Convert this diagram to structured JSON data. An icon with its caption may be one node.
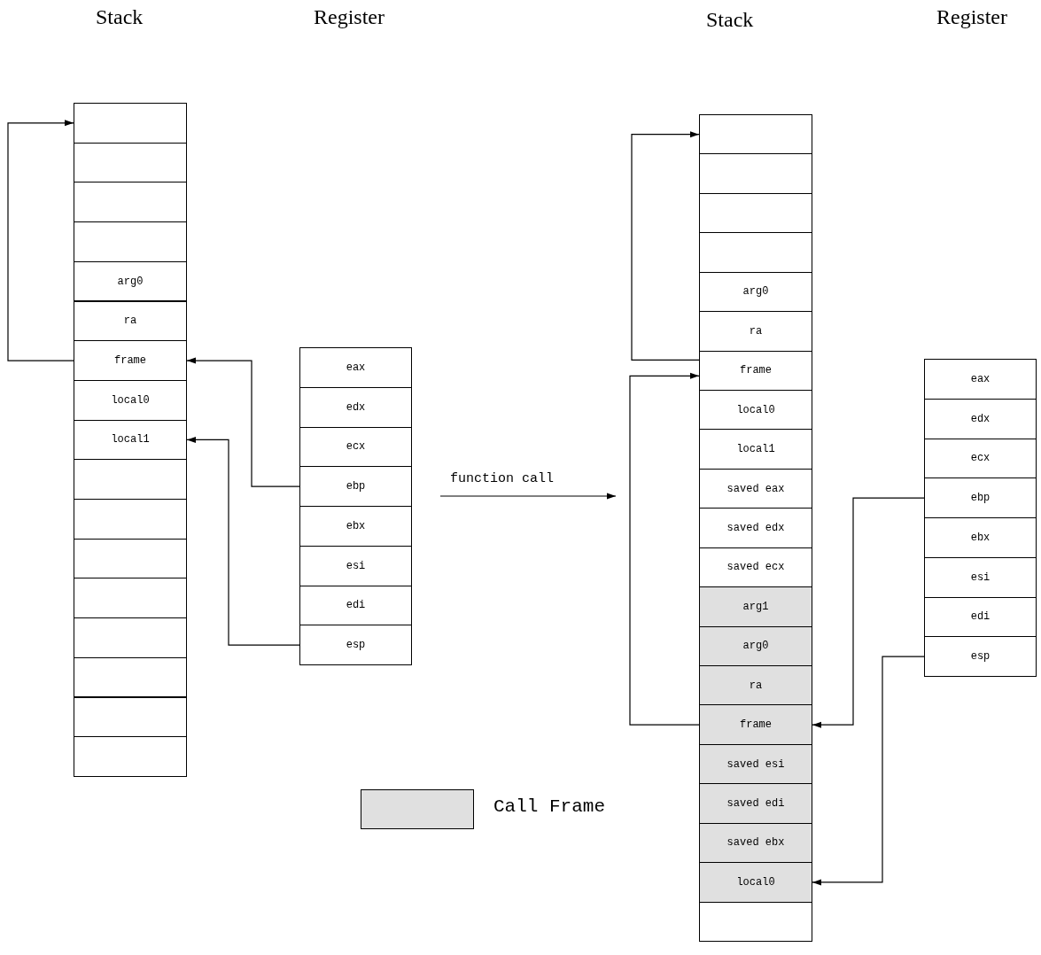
{
  "diagram": {
    "nodes": [
      {
        "text": [],
        "shape": "box"
      },
      {
        "text": [],
        "shape": "box"
      },
      {
        "text": [],
        "shape": "box"
      },
      {
        "text": [],
        "shape": "box"
      },
      {
        "text": [
          "arg0"
        ]
      },
      {
        "text": [
          "ra"
        ]
      },
      {
        "text": [
          "frame"
        ]
      },
      {
        "text": [
          "local0"
        ]
      },
      {
        "text": [
          "local1"
        ]
      },
      {
        "text": [],
        "shape": "box"
      },
      {
        "text": [],
        "shape": "box"
      },
      {
        "text": [],
        "shape": "box"
      },
      {
        "text": [],
        "shape": "box"
      },
      {
        "text": [],
        "shape": "box"
      },
      {
        "text": [],
        "shape": "box"
      },
      {
        "text": [],
        "shape": "box"
      },
      {
        "text": [],
        "shape": "box"
      },
      {
        "text": [
          "eax"
        ]
      },
      {
        "text": [
          "edx"
        ]
      },
      {
        "text": [
          "ecx"
        ]
      },
      {
        "text": [
          "ebp"
        ]
      },
      {
        "text": [
          "ebx"
        ]
      },
      {
        "text": [
          "esi"
        ]
      },
      {
        "text": [
          "edi"
        ]
      },
      {
        "text": [
          "esp"
        ]
      },
      {
        "text": [],
        "shape": "box"
      },
      {
        "text": [],
        "shape": "box"
      },
      {
        "text": [],
        "shape": "box"
      },
      {
        "text": [],
        "shape": "box"
      },
      {
        "text": [
          "arg0"
        ]
      },
      {
        "text": [
          "ra"
        ]
      },
      {
        "text": [
          "frame"
        ]
      },
      {
        "text": [
          "local0"
        ]
      },
      {
        "text": [
          "local1"
        ]
      },
      {
        "text": [
          "saved eax"
        ]
      },
      {
        "text": [
          "saved edx"
        ]
      },
      {
        "text": [
          "saved ecx"
        ]
      },
      {
        "text": [
          "arg1"
        ]
      },
      {
        "text": [
          "arg0"
        ]
      },
      {
        "text": [
          "ra"
        ]
      },
      {
        "text": [
          "frame"
        ]
      },
      {
        "text": [
          "saved esi"
        ]
      },
      {
        "text": [
          "saved edi"
        ]
      },
      {
        "text": [
          "saved ebx"
        ]
      },
      {
        "text": [
          "local0"
        ]
      },
      {
        "text": [],
        "shape": "box"
      },
      {
        "text": [
          "eax"
        ]
      },
      {
        "text": [
          "edx"
        ]
      },
      {
        "text": [
          "ecx"
        ]
      },
      {
        "text": [
          "ebp"
        ]
      },
      {
        "text": [
          "ebx"
        ]
      },
      {
        "text": [
          "esi"
        ]
      },
      {
        "text": [
          "edi"
        ]
      },
      {
        "text": [
          "esp"
        ]
      }
    ],
    "edges": [
      {
        "from": 6,
        "to": 0,
        "arrow": "to"
      },
      {
        "from": 20,
        "to": 6,
        "arrow": "to"
      },
      {
        "from": 24,
        "to": 8,
        "arrow": "to"
      },
      {
        "from": 31,
        "to": 25,
        "arrow": "to"
      },
      {
        "from": 40,
        "to": 31,
        "arrow": "to"
      },
      {
        "from": 49,
        "to": 40,
        "arrow": "to"
      },
      {
        "from": 53,
        "to": 44,
        "arrow": "to"
      }
    ],
    "labels": [
      "Stack",
      "Register",
      "Stack",
      "Register",
      "function call"
    ],
    "legend": [
      {
        "text": "Call Frame",
        "color": "#e0e0e0"
      }
    ]
  }
}
